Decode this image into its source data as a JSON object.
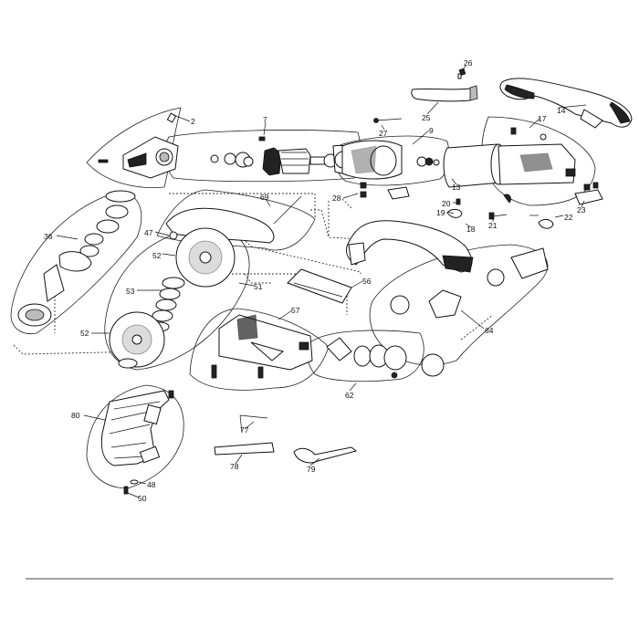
{
  "diagram": {
    "type": "exploded-parts-view",
    "callouts": [
      "26",
      "25",
      "14",
      "2",
      "7",
      "27",
      "9",
      "17",
      "13",
      "69",
      "28",
      "20",
      "19",
      "21",
      "22",
      "23",
      "36",
      "47",
      "18",
      "52",
      "53",
      "51",
      "56",
      "64",
      "57",
      "52",
      "80",
      "62",
      "77",
      "78",
      "79",
      "48",
      "50"
    ]
  }
}
